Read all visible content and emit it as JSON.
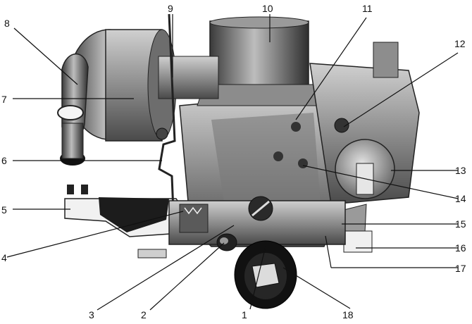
{
  "diagram": {
    "labels": [
      {
        "id": "1",
        "text": "1"
      },
      {
        "id": "2",
        "text": "2"
      },
      {
        "id": "3",
        "text": "3"
      },
      {
        "id": "4",
        "text": "4"
      },
      {
        "id": "5",
        "text": "5"
      },
      {
        "id": "6",
        "text": "6"
      },
      {
        "id": "7",
        "text": "7"
      },
      {
        "id": "8",
        "text": "8"
      },
      {
        "id": "9",
        "text": "9"
      },
      {
        "id": "10",
        "text": "10"
      },
      {
        "id": "11",
        "text": "11"
      },
      {
        "id": "12",
        "text": "12"
      },
      {
        "id": "13",
        "text": "13"
      },
      {
        "id": "14",
        "text": "14"
      },
      {
        "id": "15",
        "text": "15"
      },
      {
        "id": "16",
        "text": "16"
      },
      {
        "id": "17",
        "text": "17"
      },
      {
        "id": "18",
        "text": "18"
      }
    ]
  }
}
